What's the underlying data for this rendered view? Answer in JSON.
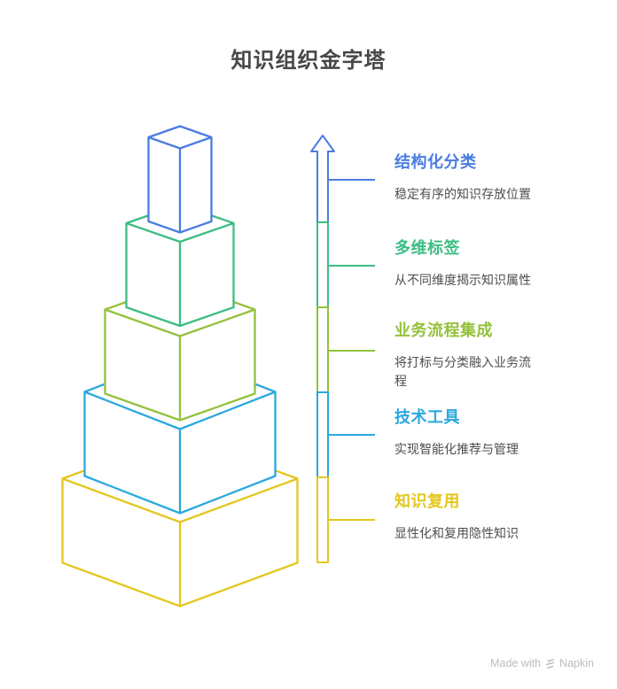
{
  "title": "知识组织金字塔",
  "diagram_type": "isometric-pyramid-with-axis-arrow",
  "levels": [
    {
      "label": "结构化分类",
      "description": "稳定有序的知识存放位置",
      "color": "#4A7CE3"
    },
    {
      "label": "多维标签",
      "description": "从不同维度揭示知识属性",
      "color": "#3CBC82"
    },
    {
      "label": "业务流程集成",
      "description": "将打标与分类融入业务流程",
      "color": "#94C13C"
    },
    {
      "label": "技术工具",
      "description": "实现智能化推荐与管理",
      "color": "#2AA8DE"
    },
    {
      "label": "知识复用",
      "description": "显性化和复用隐性知识",
      "color": "#E4C71F"
    }
  ],
  "footer": {
    "made_with": "Made with",
    "brand": "Napkin",
    "logo_icon": "napkin-stack-icon"
  },
  "colors": {
    "background": "#FFFFFF",
    "title_text": "#474747",
    "body_text": "#4E4E4E",
    "footer_text": "#BABDC2"
  }
}
